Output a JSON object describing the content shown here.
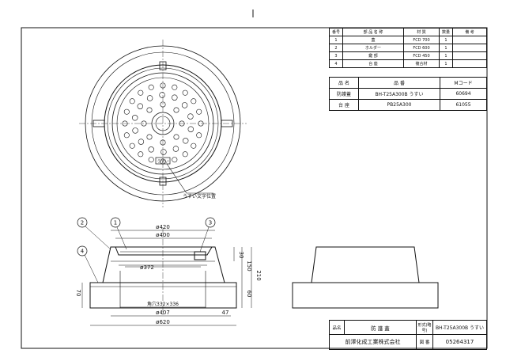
{
  "parts_table": {
    "headers": [
      "番号",
      "部 品 名 称",
      "材 質",
      "数量",
      "備 考"
    ],
    "rows": [
      [
        "1",
        "蓋",
        "FCD 700",
        "1",
        ""
      ],
      [
        "2",
        "ホルダー",
        "FCD 600",
        "1",
        ""
      ],
      [
        "3",
        "鍵 部",
        "FCD 450",
        "1",
        ""
      ],
      [
        "4",
        "台 座",
        "複合材",
        "1",
        ""
      ]
    ]
  },
  "product_table": {
    "headers": [
      "品 名",
      "品 番",
      "Mコード"
    ],
    "rows": [
      [
        "防護蓋",
        "BH-T25A300B うすい",
        "60694"
      ],
      [
        "台 座",
        "PB25A300",
        "61055"
      ]
    ]
  },
  "plan_view": {
    "callout": "うすい文字位置"
  },
  "section_view": {
    "balloons": [
      "2",
      "1",
      "3",
      "4"
    ],
    "dims": {
      "d420": "ø420",
      "d400": "ø400",
      "d372": "ø372",
      "d30": "30",
      "d150": "150",
      "d210": "210",
      "d60": "60",
      "d70": "70",
      "d_inner": "角穴332×336",
      "d407": "ø407",
      "d47": "47",
      "d620": "ø620"
    }
  },
  "title_block": {
    "name_label": "品名",
    "name_value": "防 護 蓋",
    "model_label": "形式(略号)",
    "model_value": "BH-T25A300B うすい",
    "company": "前澤化成工業株式会社",
    "drawing_no_label": "図 番",
    "drawing_no": "05264317"
  }
}
